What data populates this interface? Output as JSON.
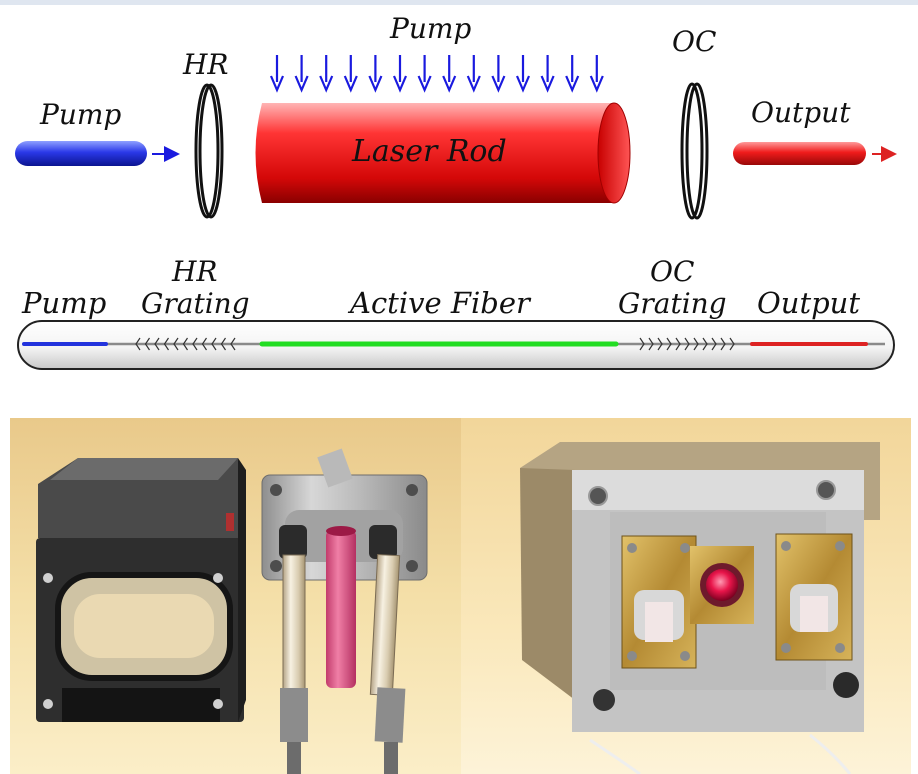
{
  "solid_state": {
    "pump_top": "Pump",
    "hr": "HR",
    "pump_left": "Pump",
    "rod": "Laser Rod",
    "oc": "OC",
    "output": "Output"
  },
  "fiber": {
    "pump": "Pump",
    "hr_line1": "HR",
    "hr_line2": "Grating",
    "active": "Active Fiber",
    "oc_line1": "OC",
    "oc_line2": "Grating",
    "output": "Output"
  },
  "colors": {
    "pump_blue": "#2233dd",
    "rod_red": "#e01010",
    "output_red": "#dd2222",
    "active_green": "#22dd22",
    "arrow_blue": "#1a1adf"
  }
}
